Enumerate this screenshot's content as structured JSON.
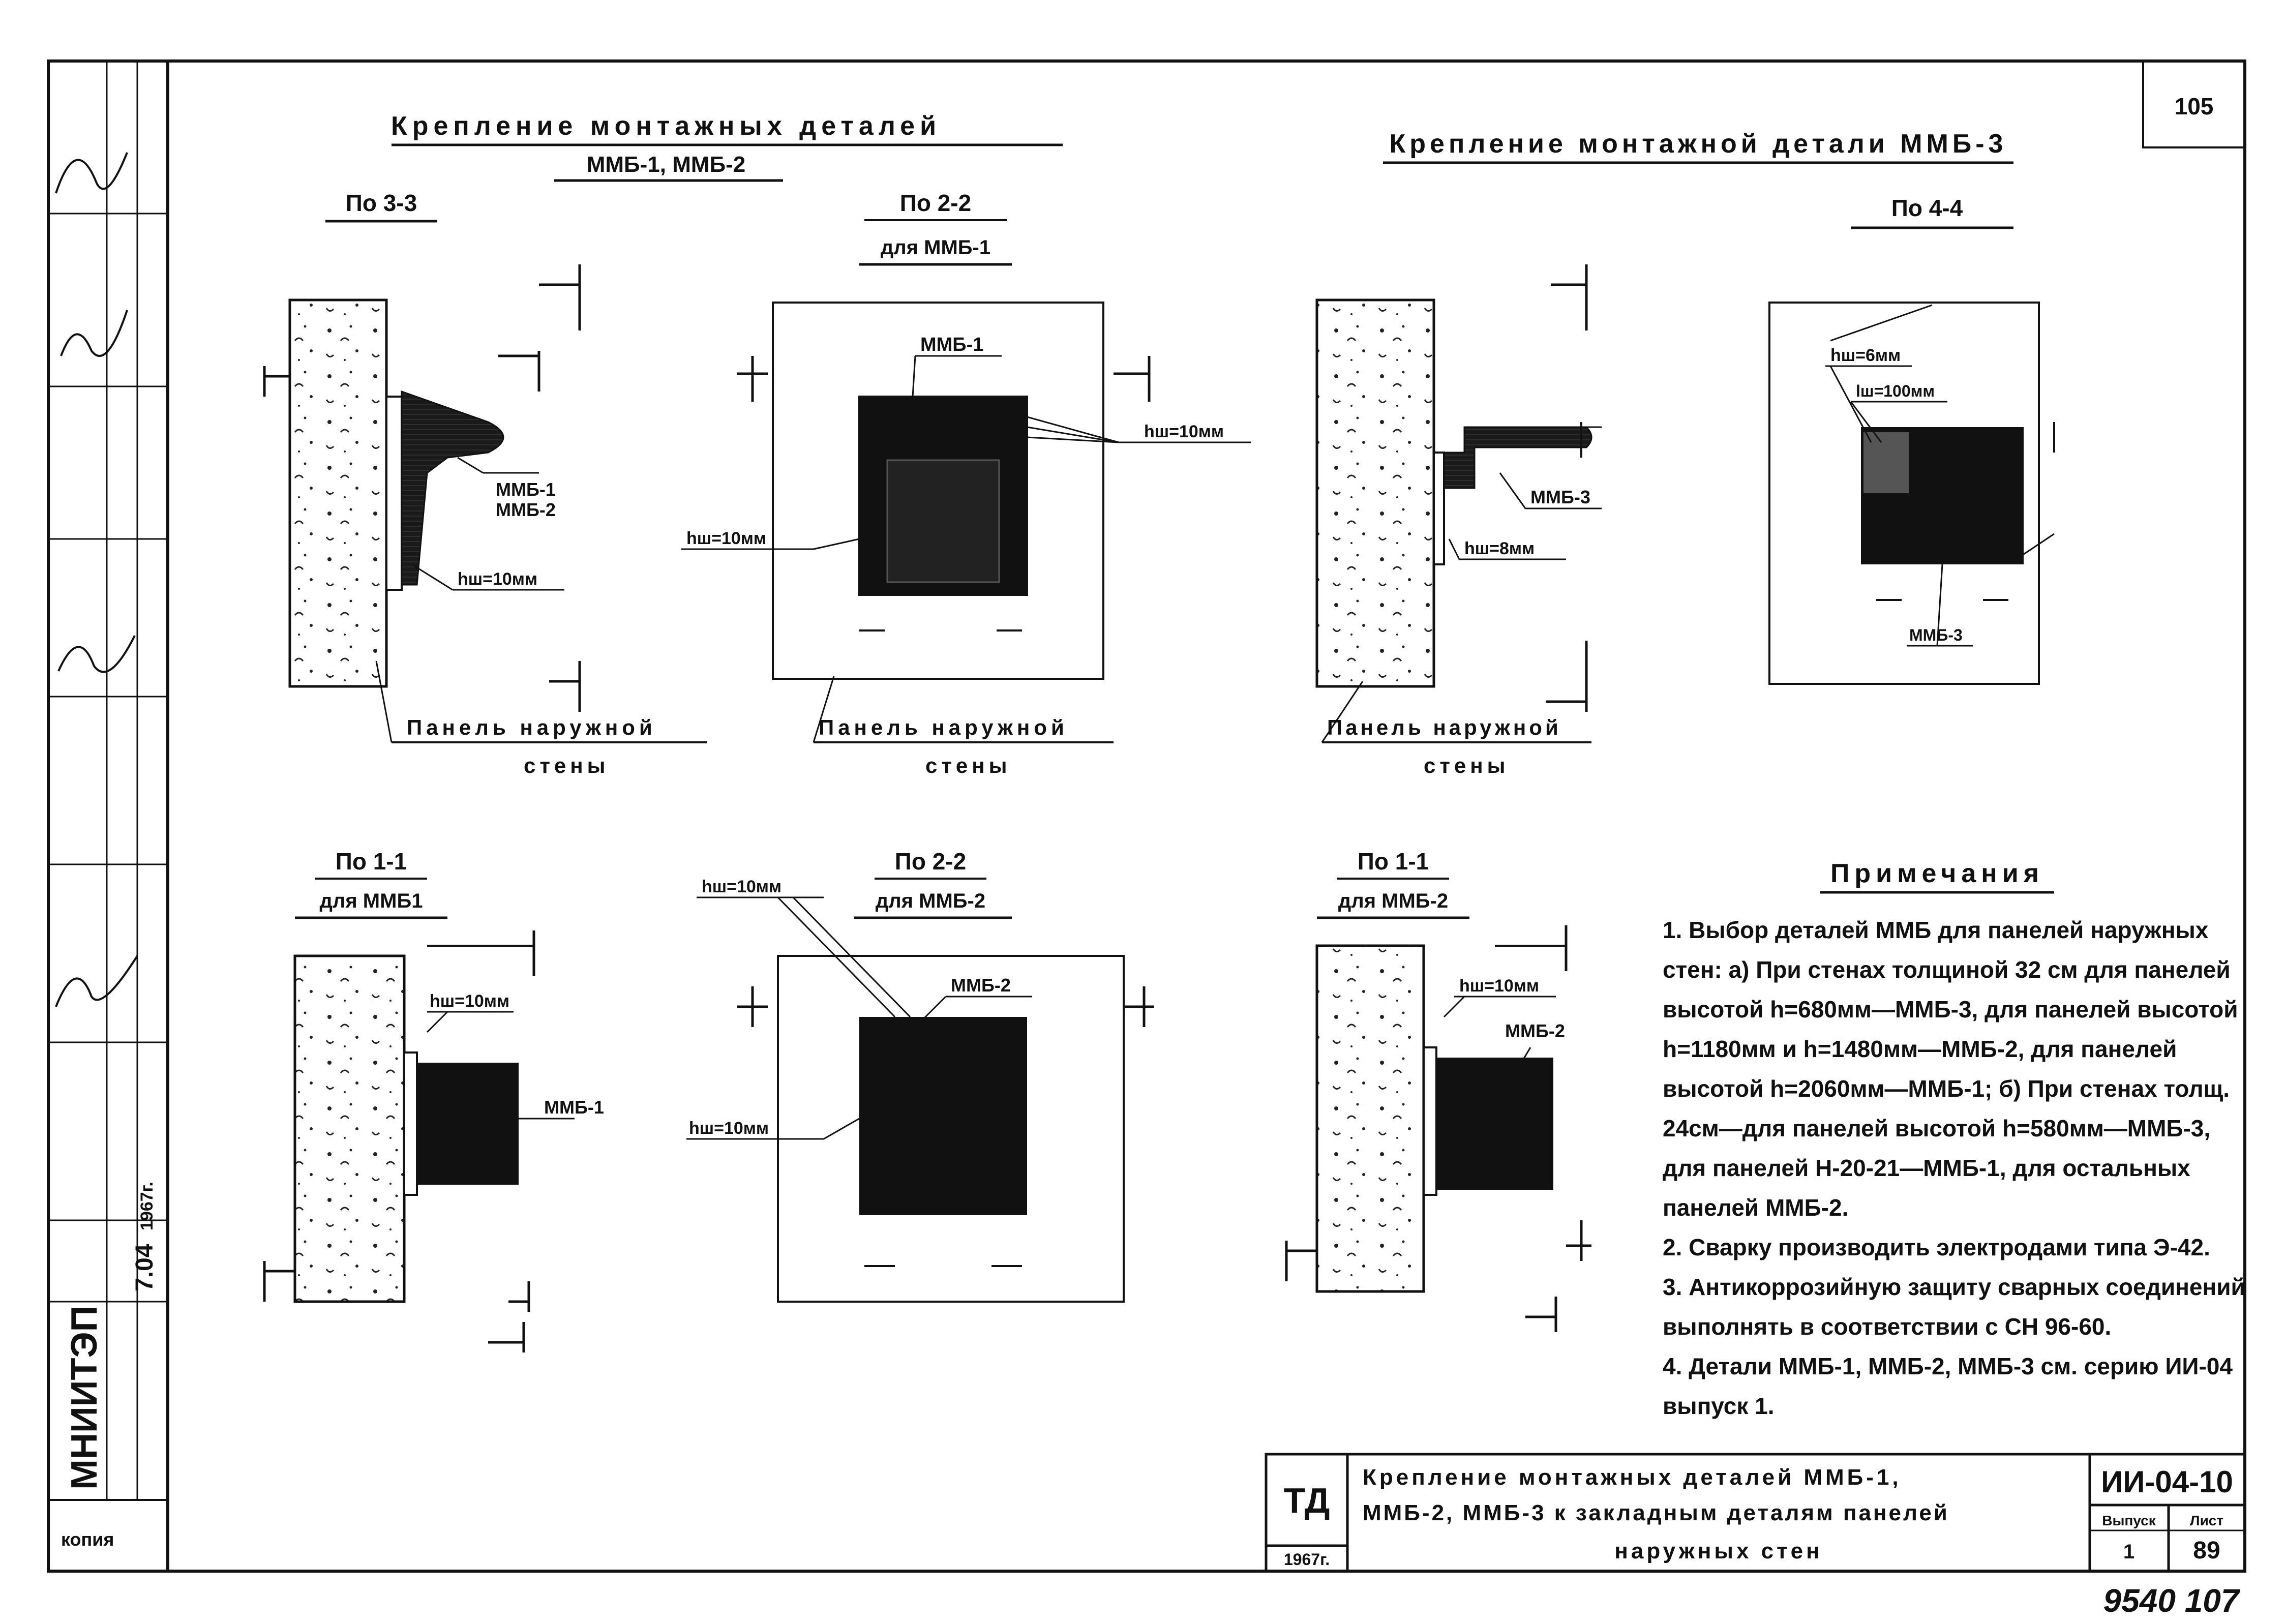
{
  "page_no": "105",
  "org": "МНИИТЭП",
  "code": "7.04",
  "year": "1967г.",
  "stamp_left_extra": "копия",
  "section_titles": {
    "left": "Крепление монтажных деталей",
    "left_sub": "ММБ-1, ММБ-2",
    "right": "Крепление монтажной детали ММБ-3"
  },
  "views": {
    "v33": "По 3-3",
    "v22": "По 2-2",
    "v22_sub": "для ММБ-1",
    "v44": "По 4-4",
    "v11a": "По 1-1",
    "v11a_sub": "для ММБ1",
    "v12": "По 2-2",
    "v12_sub": "для ММБ-2",
    "v11b": "По 1-1",
    "v11b_sub": "для ММБ-2"
  },
  "labels": {
    "mmb12": "ММБ-1\nММБ-2",
    "mmb1": "ММБ-1",
    "mmb2": "ММБ-2",
    "mmb3": "ММБ-3",
    "weld10": "hш=10мм",
    "weld8": "hш=8мм",
    "weld6": "hш=6мм",
    "len100": "lш=100мм",
    "panel": "Панель наружной стены"
  },
  "notes_title": "Примечания",
  "notes": [
    "1. Выбор деталей ММБ для панелей наружных стен: а) При стенах толщиной 32 см для панелей высотой h=680мм—ММБ-3, для панелей высотой h=1180мм и h=1480мм—ММБ-2, для панелей высотой h=2060мм—ММБ-1; б) При стенах толщ. 24см—для панелей высотой h=580мм—ММБ-3, для панелей Н-20-21—ММБ-1, для остальных панелей ММБ-2.",
    "2. Сварку производить электродами типа Э-42.",
    "3. Антикоррозийную защиту сварных соединений выполнять в соответствии с СН 96-60.",
    "4. Детали ММБ-1, ММБ-2, ММБ-3 см. серию ИИ-04 выпуск 1."
  ],
  "titleblock": {
    "td": "ТД",
    "year": "1967г.",
    "title": "Крепление монтажных деталей ММБ-1, ММБ-2, ММБ-3 к закладным деталям панелей наружных стен",
    "series": "ИИ-04-10",
    "issue_label": "Выпуск",
    "issue": "1",
    "sheet_label": "Лист",
    "sheet": "89"
  },
  "stamp": "9540 107"
}
